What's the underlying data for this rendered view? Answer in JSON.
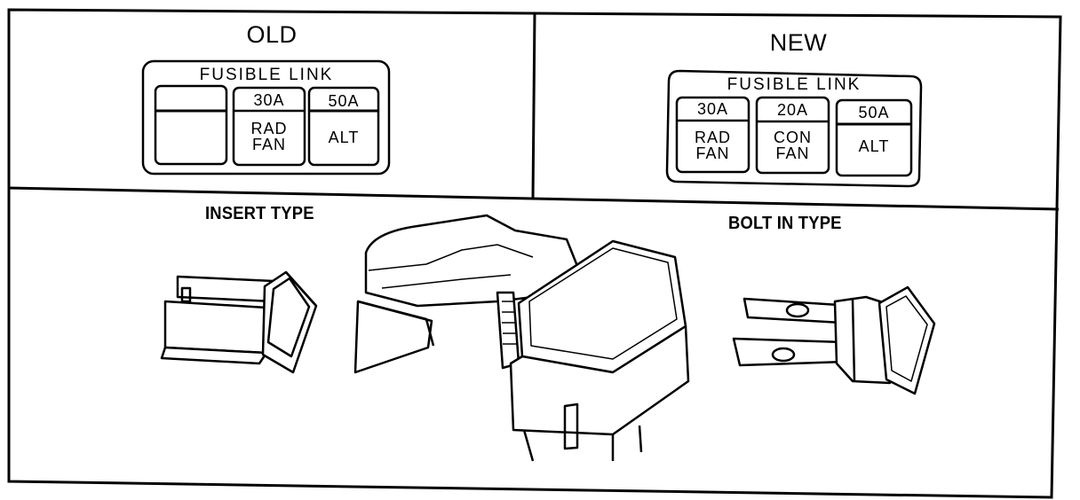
{
  "old": {
    "title": "OLD",
    "panel_header": "FUSIBLE LINK",
    "slots": [
      {
        "amp": "",
        "line1": "",
        "line2": ""
      },
      {
        "amp": "30A",
        "line1": "RAD",
        "line2": "FAN"
      },
      {
        "amp": "50A",
        "line1": "ALT",
        "line2": ""
      }
    ]
  },
  "new": {
    "title": "NEW",
    "panel_header": "FUSIBLE LINK",
    "slots": [
      {
        "amp": "30A",
        "line1": "RAD",
        "line2": "FAN"
      },
      {
        "amp": "20A",
        "line1": "CON",
        "line2": "FAN"
      },
      {
        "amp": "50A",
        "line1": "ALT",
        "line2": ""
      }
    ]
  },
  "types": {
    "insert": "INSERT TYPE",
    "bolt_in": "BOLT IN TYPE"
  }
}
